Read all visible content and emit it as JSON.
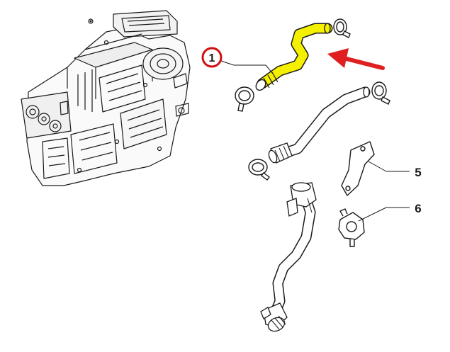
{
  "diagram": {
    "callouts": [
      {
        "number": "1",
        "style": "circled"
      },
      {
        "number": "5",
        "style": "plain"
      },
      {
        "number": "6",
        "style": "plain"
      }
    ],
    "highlight_color": "#f5f000",
    "arrow_color": "#e02020",
    "callout_ring_color": "#d01010",
    "line_color": "#1a1a1a"
  }
}
